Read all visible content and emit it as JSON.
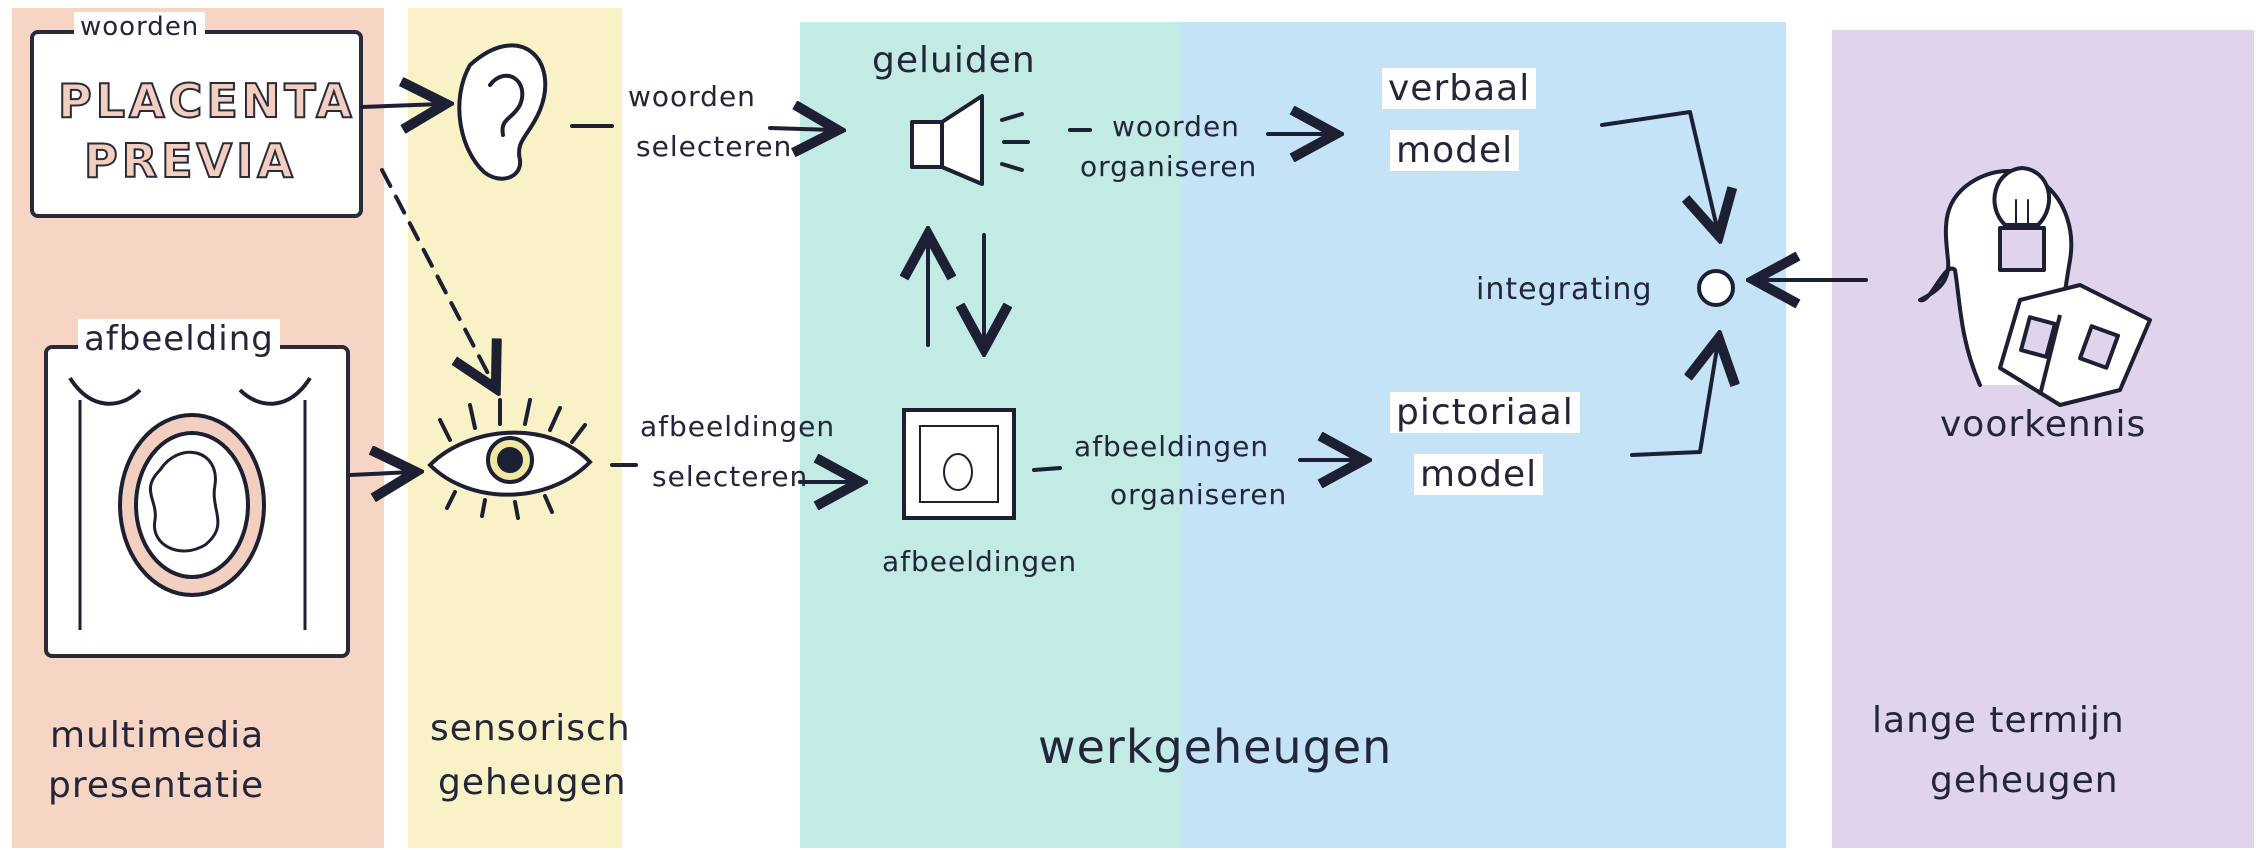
{
  "columns": {
    "multimedia": {
      "label_line1": "multimedia",
      "label_line2": "presentatie",
      "color": "#f7d5c4"
    },
    "sensory": {
      "label_line1": "sensorisch",
      "label_line2": "geheugen",
      "color": "#f8f2c6"
    },
    "working": {
      "label": "werkgeheugen",
      "color_left": "#c3ebe6",
      "color_right": "#c4e3f6"
    },
    "longterm": {
      "label_line1": "lange termijn",
      "label_line2": "geheugen",
      "color": "#e0d3ec"
    }
  },
  "words_box": {
    "tag": "woorden",
    "title_line1": "PLACENTA",
    "title_line2": "PREVIA"
  },
  "image_box": {
    "tag": "afbeelding"
  },
  "arrows": {
    "words_select_1": "woorden",
    "words_select_2": "selecteren",
    "images_select_1": "afbeeldingen",
    "images_select_2": "selecteren",
    "words_org_1": "woorden",
    "words_org_2": "organiseren",
    "images_org_1": "afbeeldingen",
    "images_org_2": "organiseren"
  },
  "working_memory": {
    "sounds": "geluiden",
    "images": "afbeeldingen",
    "verbal_1": "verbaal",
    "verbal_2": "model",
    "pictorial_1": "pictoriaal",
    "pictorial_2": "model",
    "integrating": "integrating"
  },
  "longterm": {
    "knowledge": "voorkennis"
  },
  "icons": [
    "ear-icon",
    "eye-icon",
    "speaker-icon",
    "picture-icon",
    "head-lightbulb-icon",
    "book-icon",
    "integration-circle-icon"
  ]
}
